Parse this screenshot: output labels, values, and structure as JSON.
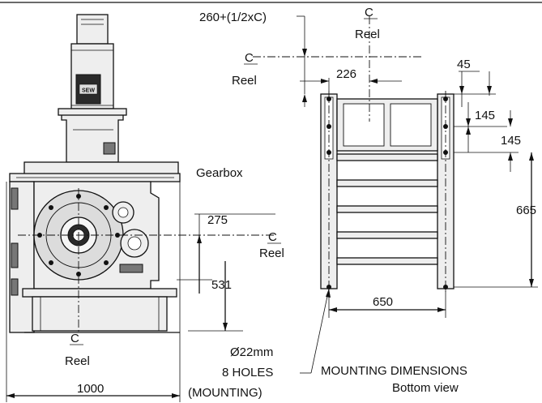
{
  "labels": {
    "dim_260": "260+(1/2xC)",
    "cl_top_right": "C",
    "reel_top_right": "Reel",
    "cl_left_mid": "C",
    "reel_left_mid": "Reel",
    "dim_226": "226",
    "dim_45": "45",
    "dim_145_a": "145",
    "dim_145_b": "145",
    "gearbox": "Gearbox",
    "dim_665": "665",
    "dim_275": "275",
    "cl_center": "C",
    "reel_center": "Reel",
    "dim_531": "531",
    "dim_650": "650",
    "cl_bottom": "C",
    "reel_bottom": "Reel",
    "hole_dia": "Ø22mm",
    "hole_count": "8 HOLES",
    "hole_mounting": "(MOUNTING)",
    "dim_1000": "1000",
    "mounting_title": "MOUNTING DIMENSIONS",
    "mounting_sub": "Bottom view"
  },
  "logo_text": "SEW"
}
